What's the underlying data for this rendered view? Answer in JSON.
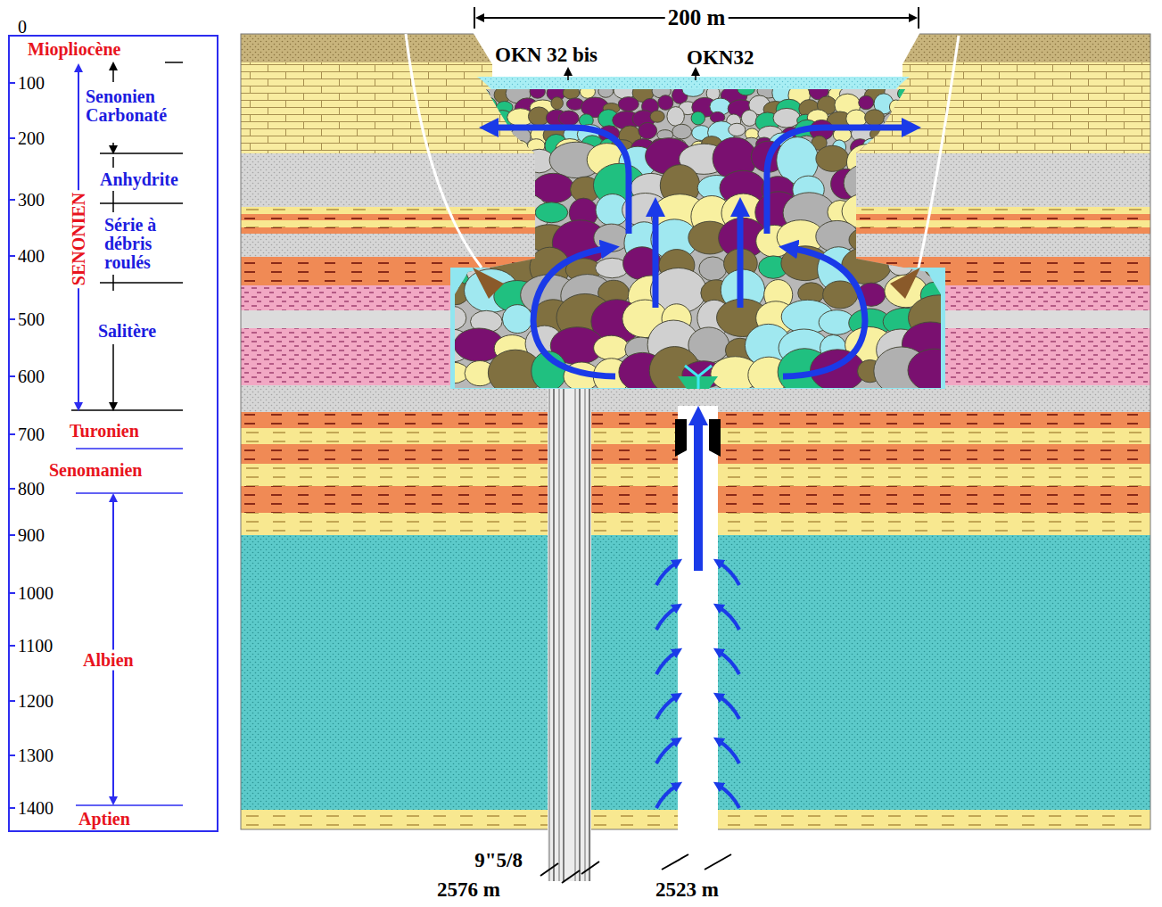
{
  "diagram": {
    "labels": [
      "0",
      "100",
      "200",
      "300",
      "400",
      "500",
      "600",
      "700",
      "800",
      "900",
      "1000",
      "1100",
      "1200",
      "1300",
      "1400",
      "Miopliocène",
      "Senonien Carbonaté",
      "SENONIEN",
      "Anhydrite",
      "Série à débris roulés",
      "Salitère",
      "Turonien",
      "Senomanien",
      "Albien",
      "Aptien",
      "200 m",
      "OKN 32 bis",
      "OKN32",
      "9\"5/8",
      "2576 m",
      "2523 m"
    ]
  }
}
